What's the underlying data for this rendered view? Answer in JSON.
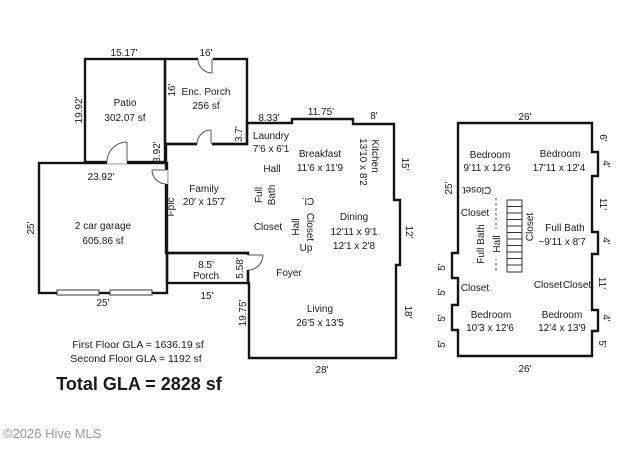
{
  "meta": {
    "watermark": "©2026 Hive MLS"
  },
  "summary": {
    "first_floor_gla": "First Floor GLA = 1636.19 sf",
    "second_floor_gla": "Second Floor GLA = 1192 sf",
    "total_gla": "Total GLA = 2828 sf"
  },
  "first_floor": {
    "patio": {
      "name": "Patio",
      "area": "302.07 sf"
    },
    "enc_porch": {
      "name": "Enc. Porch",
      "area": "256 sf"
    },
    "garage": {
      "name": "2 car garage",
      "area": "605.86 sf"
    },
    "family": {
      "name": "Family",
      "dims": "20' x 15'7"
    },
    "laundry": {
      "name": "Laundry",
      "dims": "7'6 x 6'1"
    },
    "breakfast": {
      "name": "Breakfast",
      "dims": "11'6 x 11'9"
    },
    "kitchen": {
      "name": "Kitchen",
      "dims": "13'10 x 8'2"
    },
    "dining": {
      "name": "Dining",
      "dims1": "12'11 x 9'1",
      "dims2": "12'1 x 2'8"
    },
    "living": {
      "name": "Living",
      "dims": "26'5 x 13'5"
    },
    "foyer": "Foyer",
    "porch": "Porch",
    "hall_upper": "Hall",
    "hall_lower": "Hall",
    "full_bath_word1": "Full",
    "full_bath_word2": "Bath",
    "cl": "Cl.",
    "closet_center": "Closet",
    "closet_vertical": "Closet",
    "up": "Up",
    "fplc": "Fplc",
    "dims": {
      "patio_top": "15.17'",
      "patio_left": "19.92'",
      "patio_right": "3.92'",
      "porch_top": "16'",
      "porch_left": "16'",
      "porch_right": "3.7'",
      "garage_top": "23.92'",
      "garage_left": "25'",
      "garage_bottom": "25'",
      "top_1": "8.33'",
      "top_2": "11.75'",
      "top_3": "8'",
      "right_1": "15'",
      "right_2": "12'",
      "right_3": "18'",
      "bottom": "28'",
      "front_porch_top": "8.5'",
      "front_porch_bottom": "15'",
      "foyer_wall": "5.58'",
      "living_left": "19.75'"
    }
  },
  "second_floor": {
    "bedroom_tl": {
      "name": "Bedroom",
      "dims": "9'11 x 12'6"
    },
    "bedroom_tr": {
      "name": "Bedroom",
      "dims": "17'11 x 12'4"
    },
    "bedroom_bl": {
      "name": "Bedroom",
      "dims": "10'3 x 12'6"
    },
    "bedroom_br": {
      "name": "Bedroom",
      "dims": "12'4 x 13'9"
    },
    "full_bath_right": {
      "name": "Full Bath",
      "dims": "~9'11 x 8'7"
    },
    "full_bath_left": "Full Bath",
    "hall": "Hall",
    "closet_flipped": "Closet",
    "closet_left_upper": "Closet",
    "closet_stairs": "Closet",
    "closet_left_lower": "Closet",
    "closet_right_a": "Closet",
    "closet_right_b": "Closet",
    "dims": {
      "top": "26'",
      "bottom": "26'",
      "left": "25'",
      "left_5a": "5'",
      "left_5b": "5'",
      "left_5c": "5'",
      "left_5d": "5'",
      "right_6": "6'",
      "right_4a": "4'",
      "right_11a": "11'",
      "right_4b": "4'",
      "right_11b": "11'",
      "right_4c": "4'",
      "right_5": "5'"
    }
  }
}
